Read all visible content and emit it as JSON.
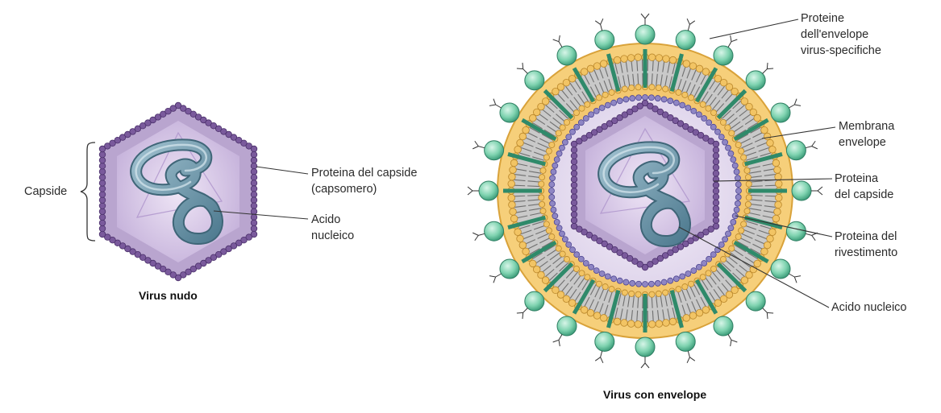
{
  "naked_virus": {
    "caption": "Virus nudo",
    "labels": {
      "capsid": "Capside",
      "capsid_protein": [
        "Proteina del capside",
        "(capsomero)"
      ],
      "nucleic_acid": [
        "Acido",
        "nucleico"
      ]
    }
  },
  "enveloped_virus": {
    "caption": "Virus con envelope",
    "labels": {
      "envelope_proteins": [
        "Proteine",
        "dell'envelope",
        "virus-specifiche"
      ],
      "envelope_membrane": [
        "Membrana",
        "envelope"
      ],
      "capsid_protein": [
        "Proteina",
        "del capside"
      ],
      "coat_protein": [
        "Proteina del",
        "rivestimento"
      ],
      "nucleic_acid": "Acido nucleico"
    }
  },
  "colors": {
    "capsomere": "#7a5a9c",
    "capsid_fill": "#cbbadf",
    "nucleic_acid": "#6f95a8",
    "glycoprotein": "#79d1ad",
    "envelope_outer": "#f3c468",
    "membrane_grey": "#8a8a8a"
  }
}
